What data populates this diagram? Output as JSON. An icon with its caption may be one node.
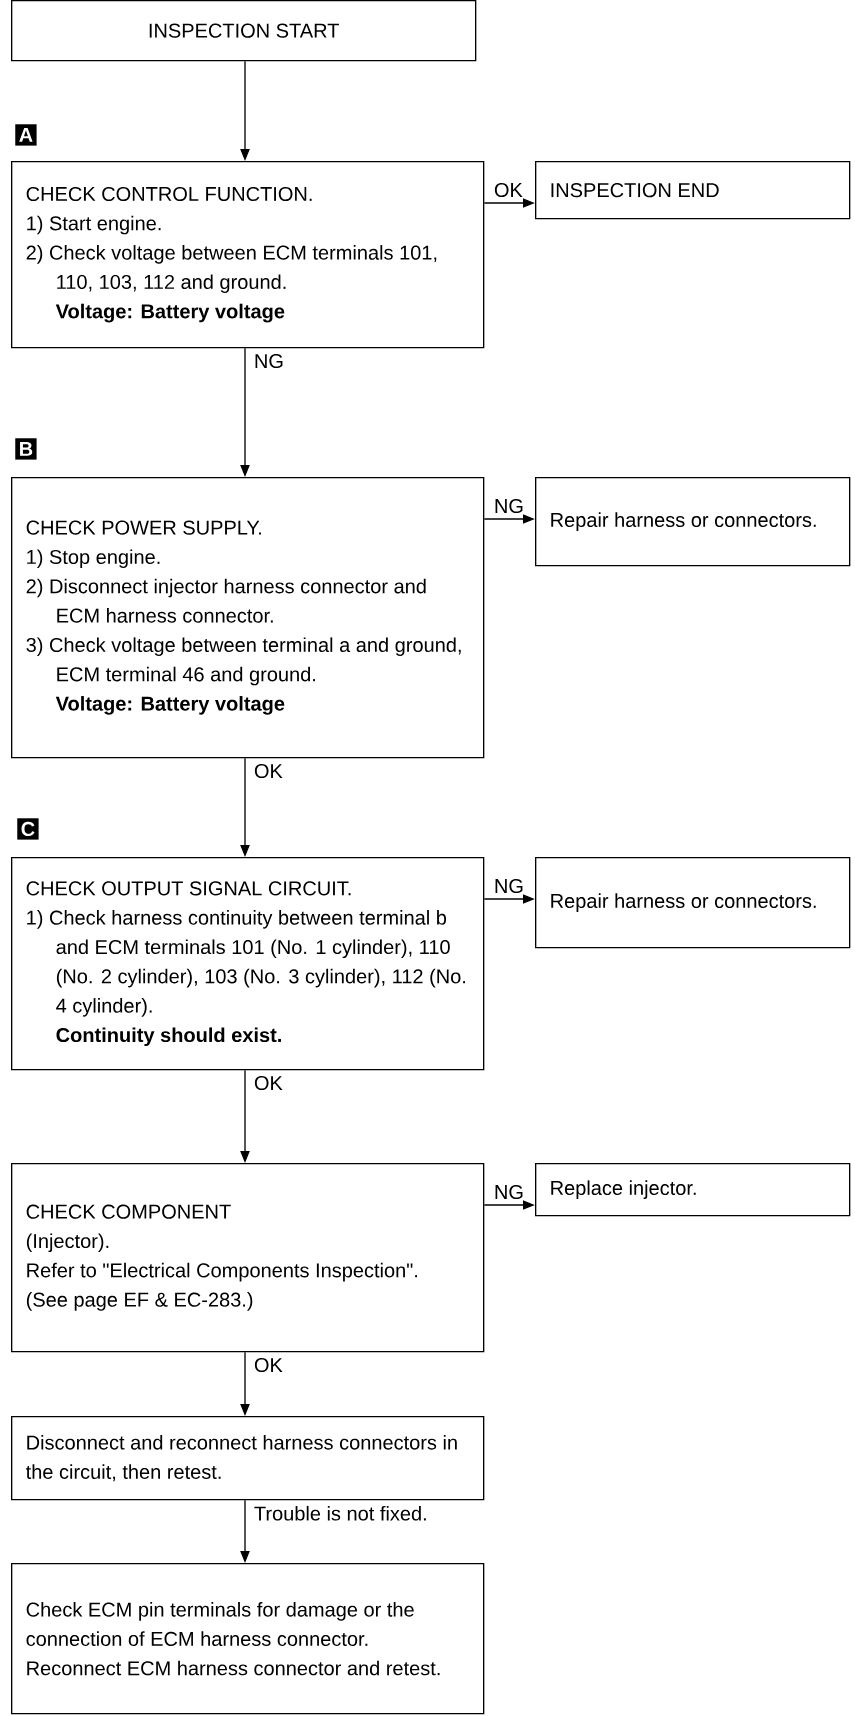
{
  "diagram": {
    "nodes": [
      {
        "text": [
          "INSPECTION START"
        ]
      },
      {
        "text": [
          "CHECK CONTROL FUNCTION.",
          "1) Start engine.",
          "2) Check voltage between ECM terminals 101, 110, 103, 112 and ground.",
          "Voltage: Battery voltage"
        ]
      },
      {
        "text": [
          "INSPECTION END"
        ]
      },
      {
        "text": [
          "CHECK POWER SUPPLY.",
          "1) Stop engine.",
          "2) Disconnect injector harness connector and ECM harness connector.",
          "3) Check voltage between terminal a and ground, ECM terminal 46 and ground.",
          "Voltage: Battery voltage"
        ]
      },
      {
        "text": [
          "Repair harness or connectors."
        ]
      },
      {
        "text": [
          "CHECK OUTPUT SIGNAL CIRCUIT.",
          "1) Check harness continuity between terminal b and ECM terminals 101 (No. 1 cylinder), 110 (No. 2 cylinder), 103 (No. 3 cylinder), 112 (No. 4 cylinder).",
          "Continuity should exist."
        ]
      },
      {
        "text": [
          "Repair harness or connectors."
        ]
      },
      {
        "text": [
          "CHECK COMPONENT",
          "(Injector).",
          "Refer to \"Electrical Components Inspection\".",
          "(See page EF & EC-283.)"
        ]
      },
      {
        "text": [
          "Replace injector."
        ]
      },
      {
        "text": [
          "Disconnect and reconnect harness connectors in the circuit, then retest."
        ]
      },
      {
        "text": [
          "Check ECM pin terminals for damage or the connection of ECM harness connector. Reconnect ECM harness connector and retest."
        ]
      }
    ],
    "edges": [
      {
        "from": 0,
        "to": 1,
        "arrow": "to"
      },
      {
        "from": 1,
        "to": 2,
        "arrow": "to",
        "label": "OK"
      },
      {
        "from": 1,
        "to": 3,
        "arrow": "to",
        "label": "NG"
      },
      {
        "from": 3,
        "to": 4,
        "arrow": "to",
        "label": "NG"
      },
      {
        "from": 3,
        "to": 5,
        "arrow": "to",
        "label": "OK"
      },
      {
        "from": 5,
        "to": 6,
        "arrow": "to",
        "label": "NG"
      },
      {
        "from": 5,
        "to": 7,
        "arrow": "to",
        "label": "OK"
      },
      {
        "from": 7,
        "to": 8,
        "arrow": "to",
        "label": "NG"
      },
      {
        "from": 7,
        "to": 9,
        "arrow": "to",
        "label": "OK"
      },
      {
        "from": 9,
        "to": 10,
        "arrow": "to",
        "label": "Trouble is not fixed."
      }
    ],
    "labels": [
      "A",
      "B",
      "C"
    ]
  }
}
